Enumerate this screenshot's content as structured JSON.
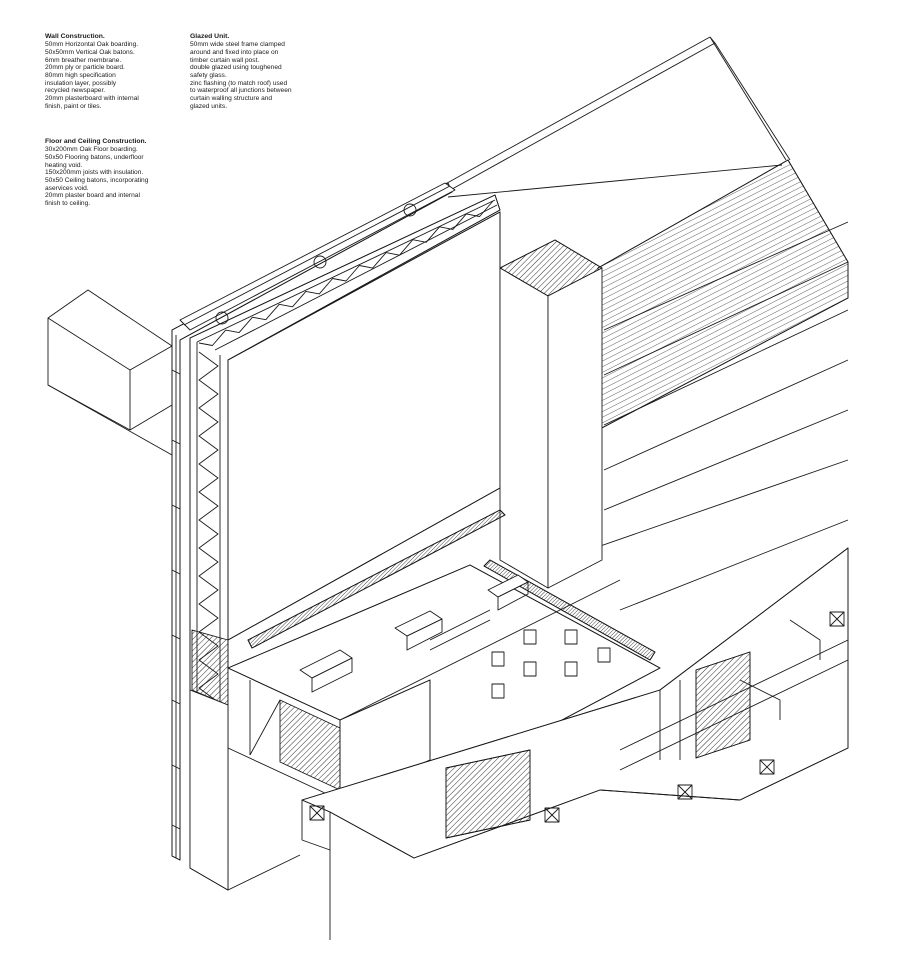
{
  "notes": {
    "wall": {
      "title": "Wall Construction.",
      "lines": [
        "50mm Horizontal Oak boarding.",
        "50x50mm Vertical Oak batons.",
        "6mm breather membrane.",
        "20mm ply or particle board.",
        "80mm high specification",
        "insulation layer, possibly",
        "recycled newspaper.",
        "20mm plasterboard with internal",
        "finish, paint or tiles."
      ]
    },
    "glazed": {
      "title": "Glazed Unit.",
      "lines": [
        "50mm wide steel frame clamped",
        "around and fixed into place on",
        "timber curtain wall post.",
        "double glazed using toughened",
        "safety glass.",
        "zinc flashing (to match roof) used",
        "to waterproof all junctions between",
        "curtain walling structure and",
        "glazed units."
      ]
    },
    "floor": {
      "title": "Floor and Ceiling Construction.",
      "lines": [
        "30x200mm Oak Floor boarding.",
        "50x50 Flooring batons, underfloor",
        "heating void.",
        "150x200mm joists with insulation.",
        "50x50 Ceiling batons, incorporating",
        "aservices void.",
        "20mm plaster board and internal",
        "finish to ceiling."
      ]
    }
  },
  "colors": {
    "ink": "#1a1a1a",
    "paper": "#ffffff"
  }
}
